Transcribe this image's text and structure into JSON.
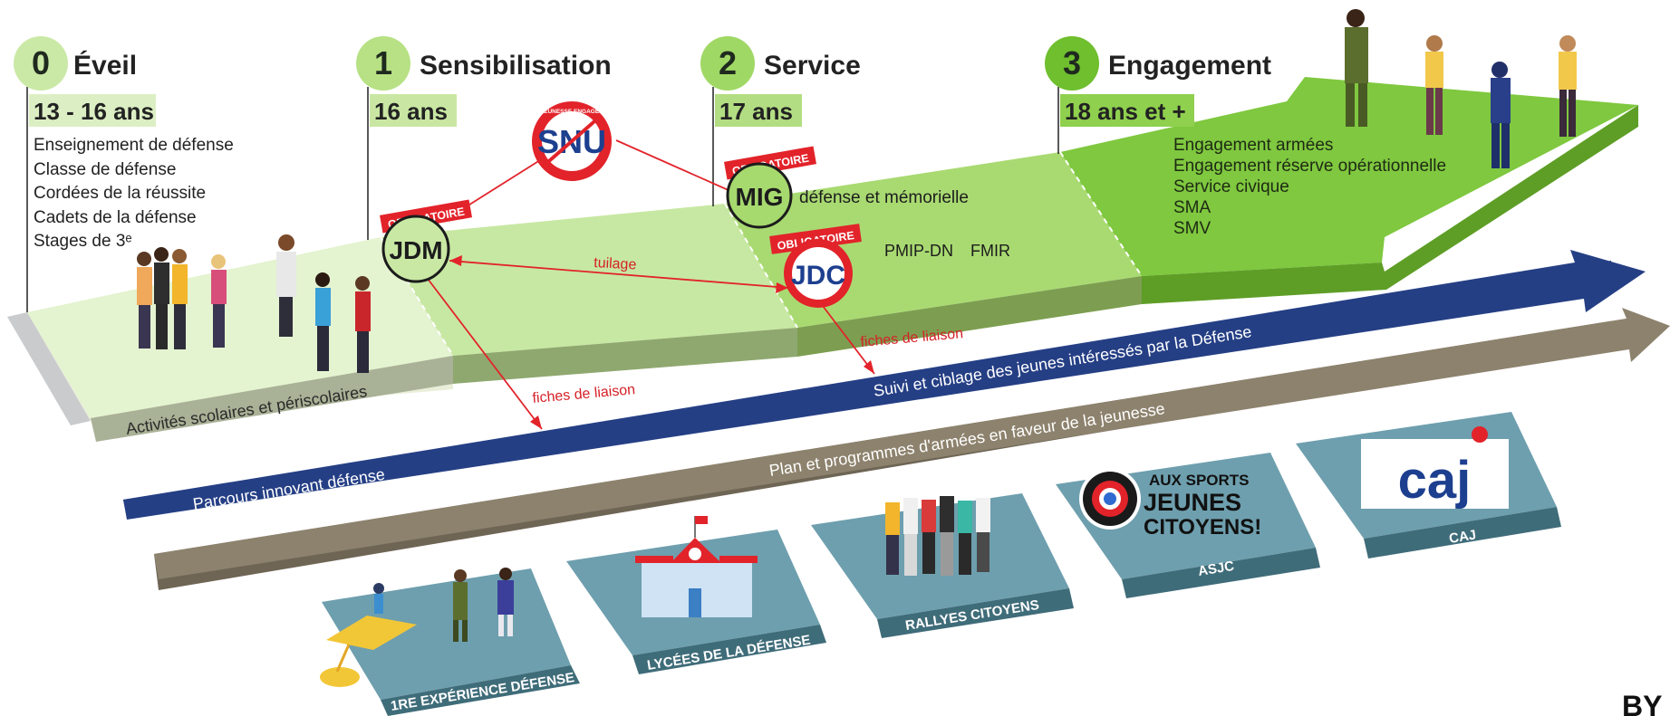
{
  "stages": [
    {
      "num": "0",
      "title": "Éveil",
      "age": "13 - 16 ans",
      "items": [
        "Enseignement de défense",
        "Classe de défense",
        "Cordées de la réussite",
        "Cadets de la défense",
        "Stages de 3ᵉ"
      ]
    },
    {
      "num": "1",
      "title": "Sensibilisation",
      "age": "16 ans"
    },
    {
      "num": "2",
      "title": "Service",
      "age": "17 ans"
    },
    {
      "num": "3",
      "title": "Engagement",
      "age": "18 ans et +",
      "items": [
        "Engagement armées",
        "Engagement réserve opérationnelle",
        "Service civique",
        "SMA",
        "SMV"
      ]
    }
  ],
  "tags": {
    "obligatoire": "OBLIGATOIRE",
    "jdm": "JDM",
    "mig": "MIG",
    "mig_desc": "défense et mémorielle",
    "jdc": "JDC",
    "snu": "SNU",
    "snu_ring": "JEUNESSE ENGAGÉE",
    "pmip": "PMIP-DN",
    "fmir": "FMIR"
  },
  "links": {
    "tuilage": "tuilage",
    "fiches1": "fiches de liaison",
    "fiches2": "fiches de liaison"
  },
  "bands": {
    "scolaire": "Activités scolaires et périscolaires",
    "parcours": "Parcours innovant défense",
    "suivi": "Suivi et ciblage des jeunes intéressés par la Défense",
    "plan": "Plan et programmes d'armées en faveur de la jeunesse"
  },
  "platforms": [
    {
      "label": "1RE EXPÉRIENCE DÉFENSE"
    },
    {
      "label": "LYCÉES DE LA DÉFENSE"
    },
    {
      "label": "RALLYES CITOYENS"
    },
    {
      "label": "ASJC",
      "logo": [
        "AUX SPORTS",
        "JEUNES",
        "CITOYENS!"
      ]
    },
    {
      "label": "CAJ",
      "logo": [
        "caj"
      ]
    }
  ],
  "colors": {
    "green_light": "#e3f2cf",
    "green_mid": "#b9e08a",
    "green_strong": "#9ed35e",
    "green_dark": "#6dbb2c",
    "navy": "#233a7a",
    "taupe": "#8a7f6b",
    "platform": "#6e9fae",
    "red": "#e2232a",
    "snu_blue": "#1d3f8f"
  },
  "footer_mark": "BY"
}
